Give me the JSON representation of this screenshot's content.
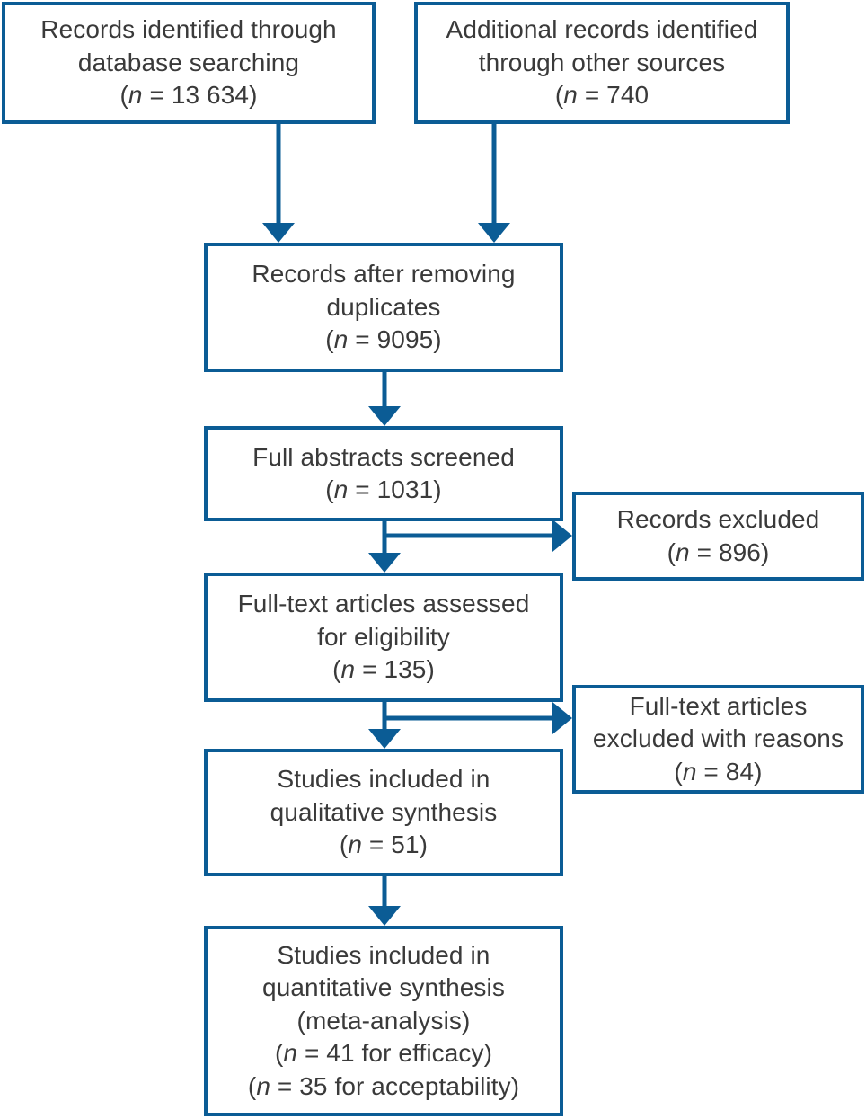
{
  "diagram": {
    "title": "PRISMA study selection flow diagram",
    "type": "flowchart",
    "colors": {
      "box_border": "#0B5C95",
      "connector": "#0B5C95",
      "text": "#3a3a3a",
      "background": "#ffffff"
    }
  },
  "nodes": {
    "db_search": {
      "name": "records-identified-database-searching",
      "lines": [
        "Records identified through",
        "database searching"
      ],
      "count_prefix": "(",
      "count_var": "n",
      "count_eq": " = ",
      "count_value": "13 634",
      "count_suffix": ")"
    },
    "other_sources": {
      "name": "additional-records-other-sources",
      "lines": [
        "Additional records identified",
        "through other sources"
      ],
      "count_prefix": "(",
      "count_var": "n",
      "count_eq": " = ",
      "count_value": "740",
      "count_suffix": ""
    },
    "dedup": {
      "name": "records-after-removing-duplicates",
      "lines": [
        "Records after removing",
        "duplicates"
      ],
      "count_prefix": "(",
      "count_var": "n",
      "count_eq": " = ",
      "count_value": "9095",
      "count_suffix": ")"
    },
    "abstracts": {
      "name": "full-abstracts-screened",
      "lines": [
        "Full abstracts screened"
      ],
      "count_prefix": "(",
      "count_var": "n",
      "count_eq": " = ",
      "count_value": "1031",
      "count_suffix": ")"
    },
    "excluded": {
      "name": "records-excluded",
      "lines": [
        "Records excluded"
      ],
      "count_prefix": "(",
      "count_var": "n",
      "count_eq": " = ",
      "count_value": "896",
      "count_suffix": ")"
    },
    "fulltext": {
      "name": "full-text-articles-assessed-for-eligibility",
      "lines": [
        "Full-text articles assessed",
        "for eligibility"
      ],
      "count_prefix": "(",
      "count_var": "n",
      "count_eq": " = ",
      "count_value": "135",
      "count_suffix": ")"
    },
    "excl_reasons": {
      "name": "full-text-articles-excluded-with-reasons",
      "lines": [
        "Full-text articles",
        "excluded with reasons"
      ],
      "count_prefix": "(",
      "count_var": "n",
      "count_eq": " = ",
      "count_value": "84",
      "count_suffix": ")"
    },
    "qualitative": {
      "name": "studies-included-qualitative-synthesis",
      "lines": [
        "Studies included in",
        "qualitative synthesis"
      ],
      "count_prefix": "(",
      "count_var": "n",
      "count_eq": " = ",
      "count_value": "51",
      "count_suffix": ")"
    },
    "quantitative": {
      "name": "studies-included-quantitative-synthesis",
      "lines": [
        "Studies included in",
        "quantitative synthesis",
        "(meta-analysis)"
      ],
      "count_prefix": "(",
      "count_var": "n",
      "count_eq": " = ",
      "count_value": "41",
      "count_suffix": " for efficacy)",
      "count2_prefix": "(",
      "count2_var": "n",
      "count2_eq": " = ",
      "count2_value": "35",
      "count2_suffix": " for acceptability)"
    }
  },
  "chart_data": {
    "type": "flowchart",
    "title": "PRISMA study selection flow diagram",
    "stages": [
      {
        "label": "Records identified through database searching",
        "n": 13634
      },
      {
        "label": "Additional records identified through other sources",
        "n": 740
      },
      {
        "label": "Records after removing duplicates",
        "n": 9095
      },
      {
        "label": "Full abstracts screened",
        "n": 1031
      },
      {
        "label": "Records excluded",
        "n": 896
      },
      {
        "label": "Full-text articles assessed for eligibility",
        "n": 135
      },
      {
        "label": "Full-text articles excluded with reasons",
        "n": 84
      },
      {
        "label": "Studies included in qualitative synthesis",
        "n": 51
      },
      {
        "label": "Studies included in quantitative synthesis (meta-analysis) for efficacy",
        "n": 41
      },
      {
        "label": "Studies included in quantitative synthesis (meta-analysis) for acceptability",
        "n": 35
      }
    ],
    "edges": [
      {
        "from": "Records identified through database searching",
        "to": "Records after removing duplicates"
      },
      {
        "from": "Additional records identified through other sources",
        "to": "Records after removing duplicates"
      },
      {
        "from": "Records after removing duplicates",
        "to": "Full abstracts screened"
      },
      {
        "from": "Full abstracts screened",
        "to": "Records excluded"
      },
      {
        "from": "Full abstracts screened",
        "to": "Full-text articles assessed for eligibility"
      },
      {
        "from": "Full-text articles assessed for eligibility",
        "to": "Full-text articles excluded with reasons"
      },
      {
        "from": "Full-text articles assessed for eligibility",
        "to": "Studies included in qualitative synthesis"
      },
      {
        "from": "Studies included in qualitative synthesis",
        "to": "Studies included in quantitative synthesis (meta-analysis)"
      }
    ]
  }
}
